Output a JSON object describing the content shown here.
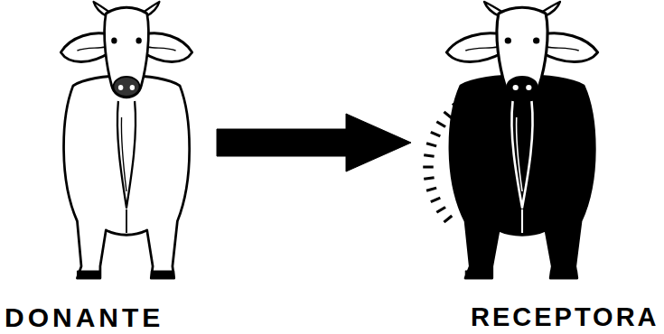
{
  "diagram": {
    "nodes": [
      {
        "text": [
          "DONANTE"
        ]
      },
      {
        "text": [
          "RECEPTORA"
        ]
      }
    ],
    "edges": [
      {
        "from": 0,
        "to": 1,
        "arrow": "to"
      }
    ]
  }
}
